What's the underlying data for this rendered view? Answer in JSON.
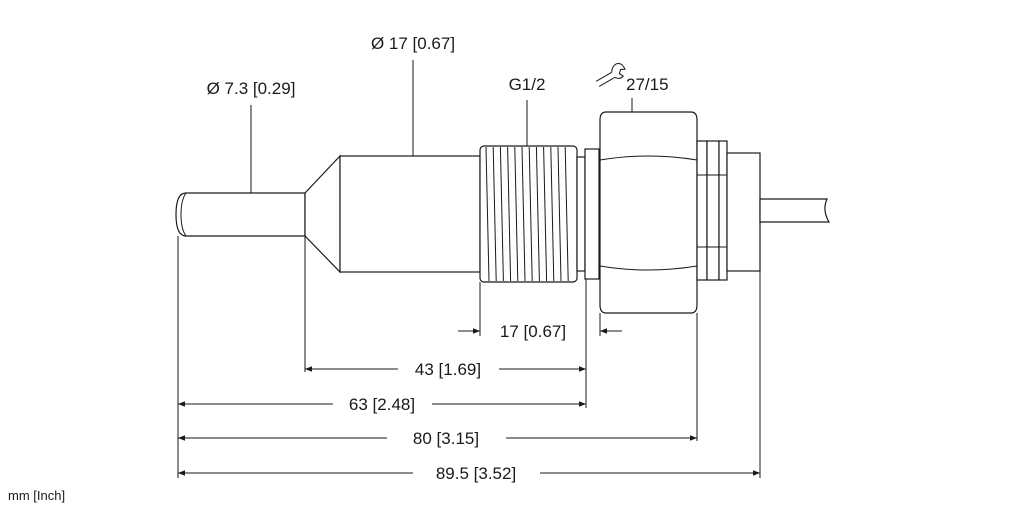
{
  "labels": {
    "dia_tip": "Ø 7.3 [0.29]",
    "dia_body": "Ø 17 [0.67]",
    "thread": "G1/2",
    "wrench": "27/15",
    "dim_17": "17 [0.67]",
    "dim_43": "43 [1.69]",
    "dim_63": "63 [2.48]",
    "dim_80": "80 [3.15]",
    "dim_895": "89.5 [3.52]",
    "units": "mm [Inch]"
  },
  "icons": {
    "wrench": "wrench-icon"
  },
  "colors": {
    "line": "#1a1a1a",
    "background": "#ffffff"
  }
}
